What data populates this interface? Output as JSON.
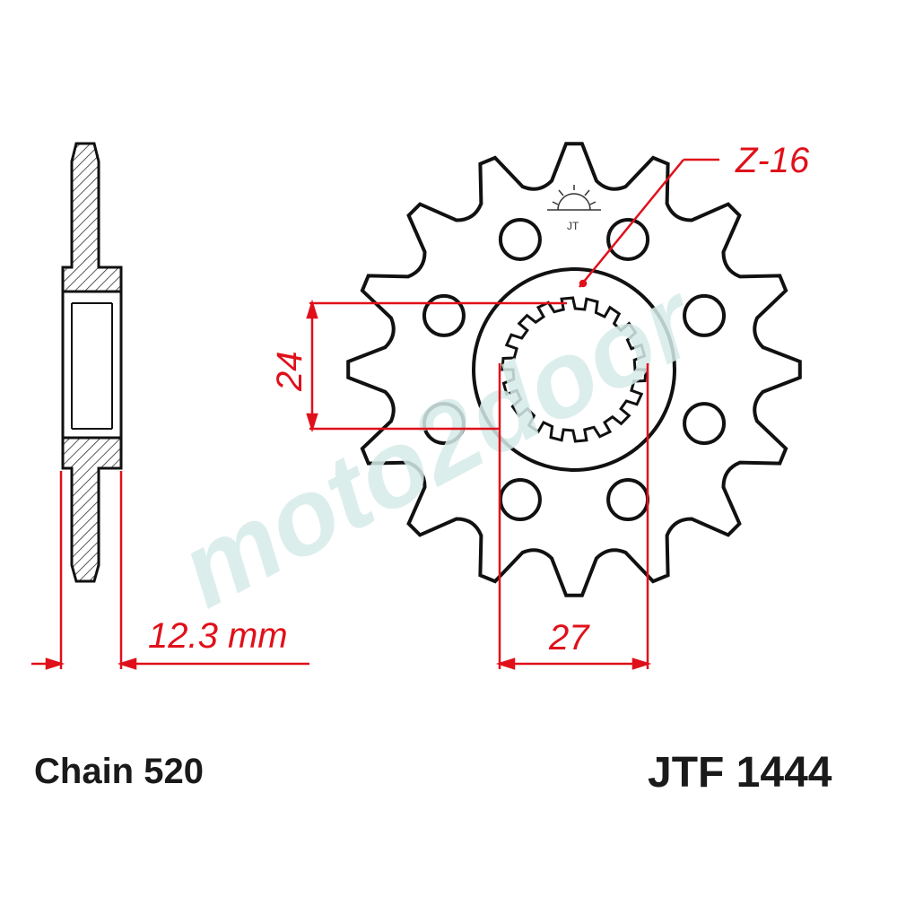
{
  "teeth_label": "Z-16",
  "teeth_count": 16,
  "dimensions": {
    "spline_diameter": "24",
    "hub_width": "27",
    "thickness": "12.3 mm"
  },
  "chain": "Chain 520",
  "part_number": "JTF 1444",
  "logo": "JT",
  "watermark": "moto2door",
  "colors": {
    "dimension": "#e0101a",
    "outline": "#111111",
    "watermark": "#d6ece9"
  }
}
